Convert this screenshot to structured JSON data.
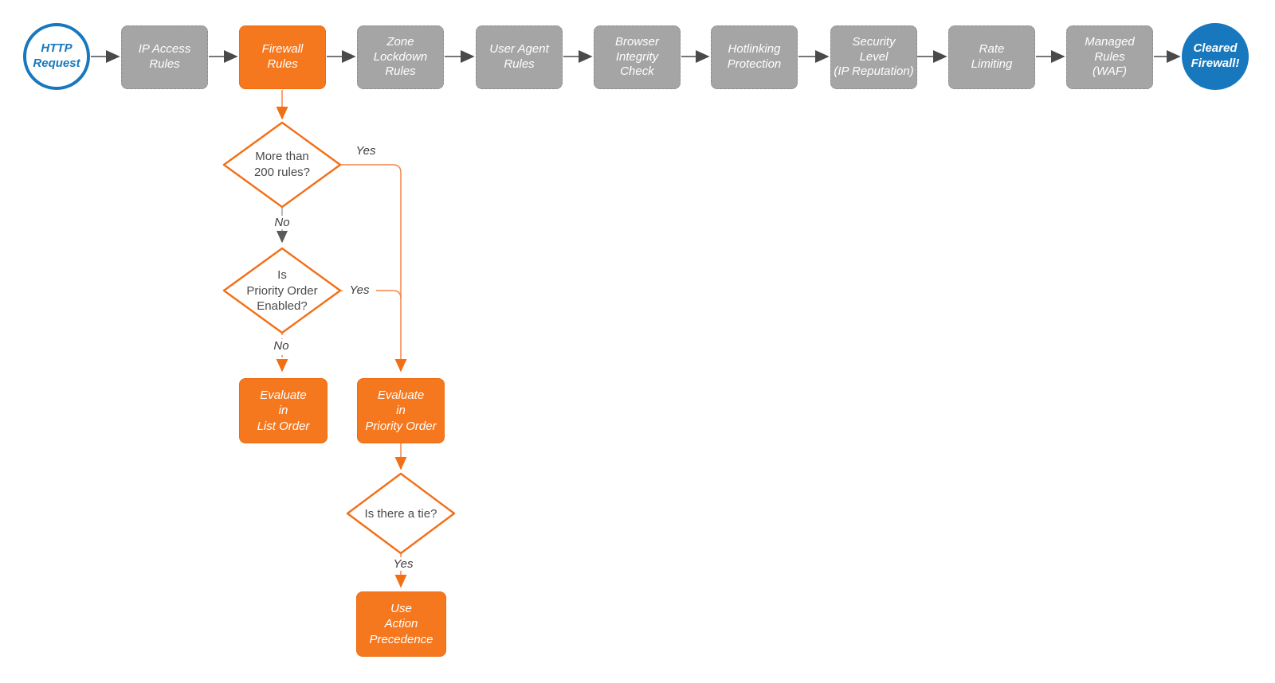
{
  "diagram": {
    "start_node": "HTTP\nRequest",
    "stages": [
      "IP Access\nRules",
      "Firewall\nRules",
      "Zone\nLockdown\nRules",
      "User Agent\nRules",
      "Browser\nIntegrity\nCheck",
      "Hotlinking\nProtection",
      "Security\nLevel\n(IP Reputation)",
      "Rate\nLimiting",
      "Managed\nRules\n(WAF)"
    ],
    "end_node": "Cleared\nFirewall!",
    "decisions": {
      "more_than_200": "More than\n200 rules?",
      "priority_enabled": "Is\nPriority Order\nEnabled?",
      "tie": "Is there a tie?"
    },
    "actions": {
      "list_order": "Evaluate\nin\nList Order",
      "priority_order": "Evaluate\nin\nPriority Order",
      "action_precedence": "Use\nAction\nPrecedence"
    },
    "edge_labels": {
      "d1_yes": "Yes",
      "d1_no": "No",
      "d2_yes": "Yes",
      "d2_no": "No",
      "d3_yes": "Yes"
    },
    "colors": {
      "orange_fill": "#F5781F",
      "orange_line": "#F4864A",
      "gray_fill": "#A5A5A5",
      "blue": "#1878BE",
      "dark_line": "#4A4A4A",
      "text_dark": "#4A4A4A"
    }
  }
}
